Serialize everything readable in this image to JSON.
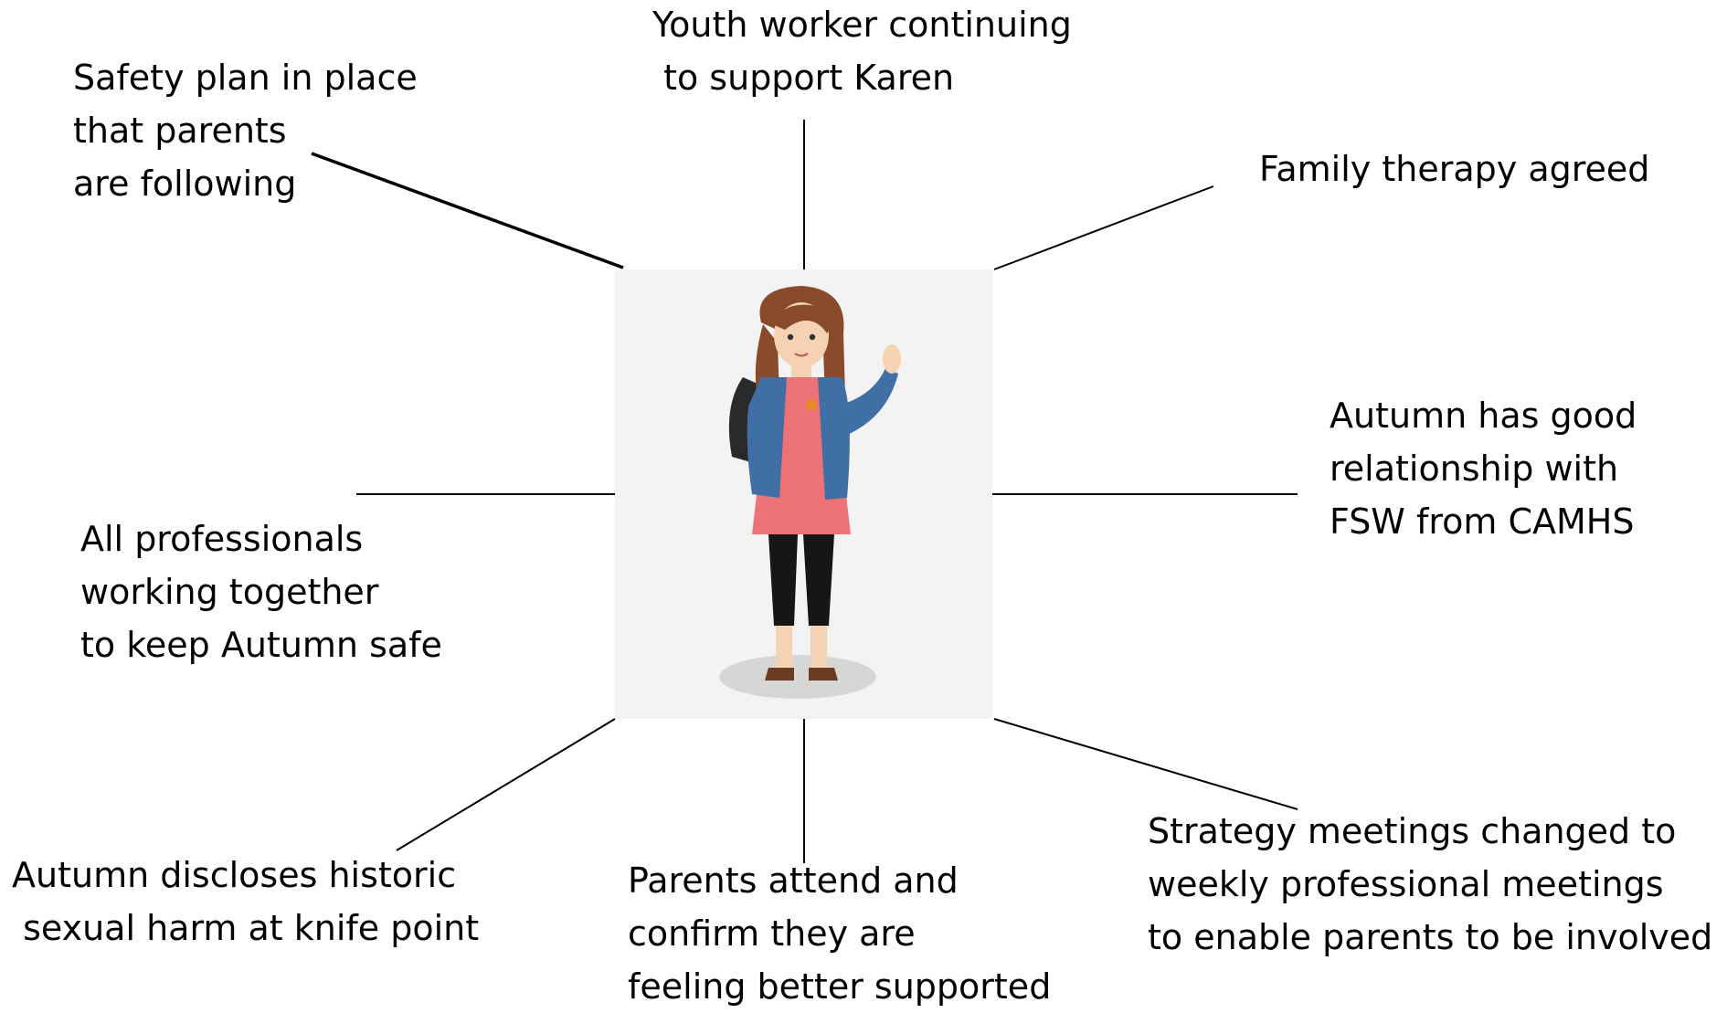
{
  "labels": {
    "top_center": [
      "Youth worker continuing",
      " to support Karen"
    ],
    "top_left": [
      "Safety plan in place",
      "that parents",
      "are following"
    ],
    "top_right": [
      "Family therapy agreed"
    ],
    "mid_right": [
      "Autumn has good",
      "relationship with",
      "FSW from CAMHS"
    ],
    "mid_left": [
      "All professionals",
      "working together",
      "to keep Autumn safe"
    ],
    "bottom_left": [
      "Autumn discloses historic",
      " sexual harm at knife point"
    ],
    "bottom_center": [
      "Parents attend and",
      "confirm they are",
      "feeling better supported"
    ],
    "bottom_right": [
      "Strategy meetings changed to",
      "weekly professional meetings",
      "to enable parents to be involved"
    ]
  },
  "center_image": {
    "subject": "girl-waving-illustration",
    "colors": {
      "jacket": "#3f6fa4",
      "dress": "#ec7275",
      "hair": "#8a4a2c",
      "leggings": "#161616",
      "skin": "#f5d2b4",
      "background": "#f3f3f3"
    }
  },
  "colors": {
    "text": "#000000",
    "connector": "#000000"
  }
}
